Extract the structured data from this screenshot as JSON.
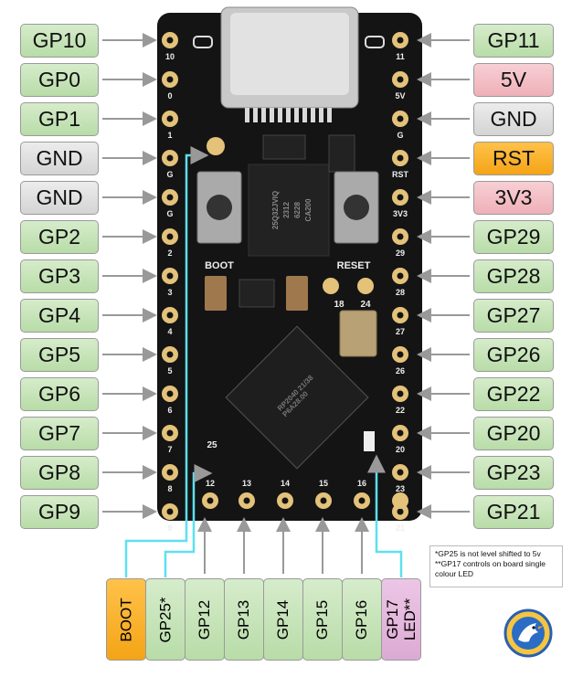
{
  "left_pins": [
    {
      "label": "GP10",
      "board": "10",
      "color": "green"
    },
    {
      "label": "GP0",
      "board": "0",
      "color": "green"
    },
    {
      "label": "GP1",
      "board": "1",
      "color": "green"
    },
    {
      "label": "GND",
      "board": "G",
      "color": "gray"
    },
    {
      "label": "GND",
      "board": "G",
      "color": "gray"
    },
    {
      "label": "GP2",
      "board": "2",
      "color": "green"
    },
    {
      "label": "GP3",
      "board": "3",
      "color": "green"
    },
    {
      "label": "GP4",
      "board": "4",
      "color": "green"
    },
    {
      "label": "GP5",
      "board": "5",
      "color": "green"
    },
    {
      "label": "GP6",
      "board": "6",
      "color": "green"
    },
    {
      "label": "GP7",
      "board": "7",
      "color": "green"
    },
    {
      "label": "GP8",
      "board": "8",
      "color": "green"
    },
    {
      "label": "GP9",
      "board": "9",
      "color": "green"
    }
  ],
  "right_pins": [
    {
      "label": "GP11",
      "board": "11",
      "color": "green"
    },
    {
      "label": "5V",
      "board": "5V",
      "color": "red"
    },
    {
      "label": "GND",
      "board": "G",
      "color": "gray"
    },
    {
      "label": "RST",
      "board": "RST",
      "color": "orange"
    },
    {
      "label": "3V3",
      "board": "3V3",
      "color": "red"
    },
    {
      "label": "GP29",
      "board": "29",
      "color": "green"
    },
    {
      "label": "GP28",
      "board": "28",
      "color": "green"
    },
    {
      "label": "GP27",
      "board": "27",
      "color": "green"
    },
    {
      "label": "GP26",
      "board": "26",
      "color": "green"
    },
    {
      "label": "GP22",
      "board": "22",
      "color": "green"
    },
    {
      "label": "GP20",
      "board": "20",
      "color": "green"
    },
    {
      "label": "GP23",
      "board": "23",
      "color": "green"
    },
    {
      "label": "GP21",
      "board": "21",
      "color": "green"
    }
  ],
  "bottom_pins": [
    {
      "label": "BOOT",
      "color": "orange"
    },
    {
      "label": "GP25*",
      "color": "green"
    },
    {
      "label": "GP12",
      "color": "green"
    },
    {
      "label": "GP13",
      "color": "green"
    },
    {
      "label": "GP14",
      "color": "green"
    },
    {
      "label": "GP15",
      "color": "green"
    },
    {
      "label": "GP16",
      "color": "green"
    },
    {
      "label": "GP17\nLED**",
      "color": "pink"
    }
  ],
  "board_bottom_numbers": [
    "12",
    "13",
    "14",
    "15",
    "16"
  ],
  "board_text": {
    "boot": "BOOT",
    "reset": "RESET",
    "pad_18": "18",
    "pad_24": "24",
    "pad_25": "25",
    "flash_chip": "25Q32JVIQ\n2312\n6228\nCA200",
    "mcu_chip": "RP2040 21/38\nP6A28.00"
  },
  "note": {
    "line1": "*GP25 is not level shifted to 5v",
    "line2": "**GP17 controls on board single colour LED"
  },
  "colors": {
    "green": "#c8e4b8",
    "gray": "#dddddd",
    "red": "#f2bcc3",
    "orange": "#f8ad24",
    "pink": "#e6b9df",
    "board": "#141414",
    "pad": "#e4c27a",
    "trace": "#5ee0f0",
    "arrow": "#999999"
  }
}
